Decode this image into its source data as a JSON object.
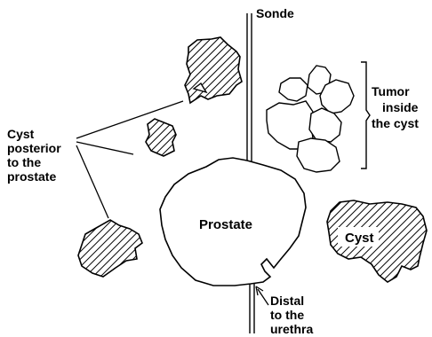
{
  "labels": {
    "sonde": "Sonde",
    "prostate": "Prostate",
    "cyst": "Cyst",
    "cyst_posterior": [
      "Cyst",
      "posterior",
      "to the",
      "prostate"
    ],
    "tumor": [
      "Tumor",
      "inside",
      "the cyst"
    ],
    "distal": [
      "Distal",
      "to the",
      "urethra"
    ]
  },
  "colors": {
    "ink": "#000000",
    "paper": "#ffffff"
  }
}
